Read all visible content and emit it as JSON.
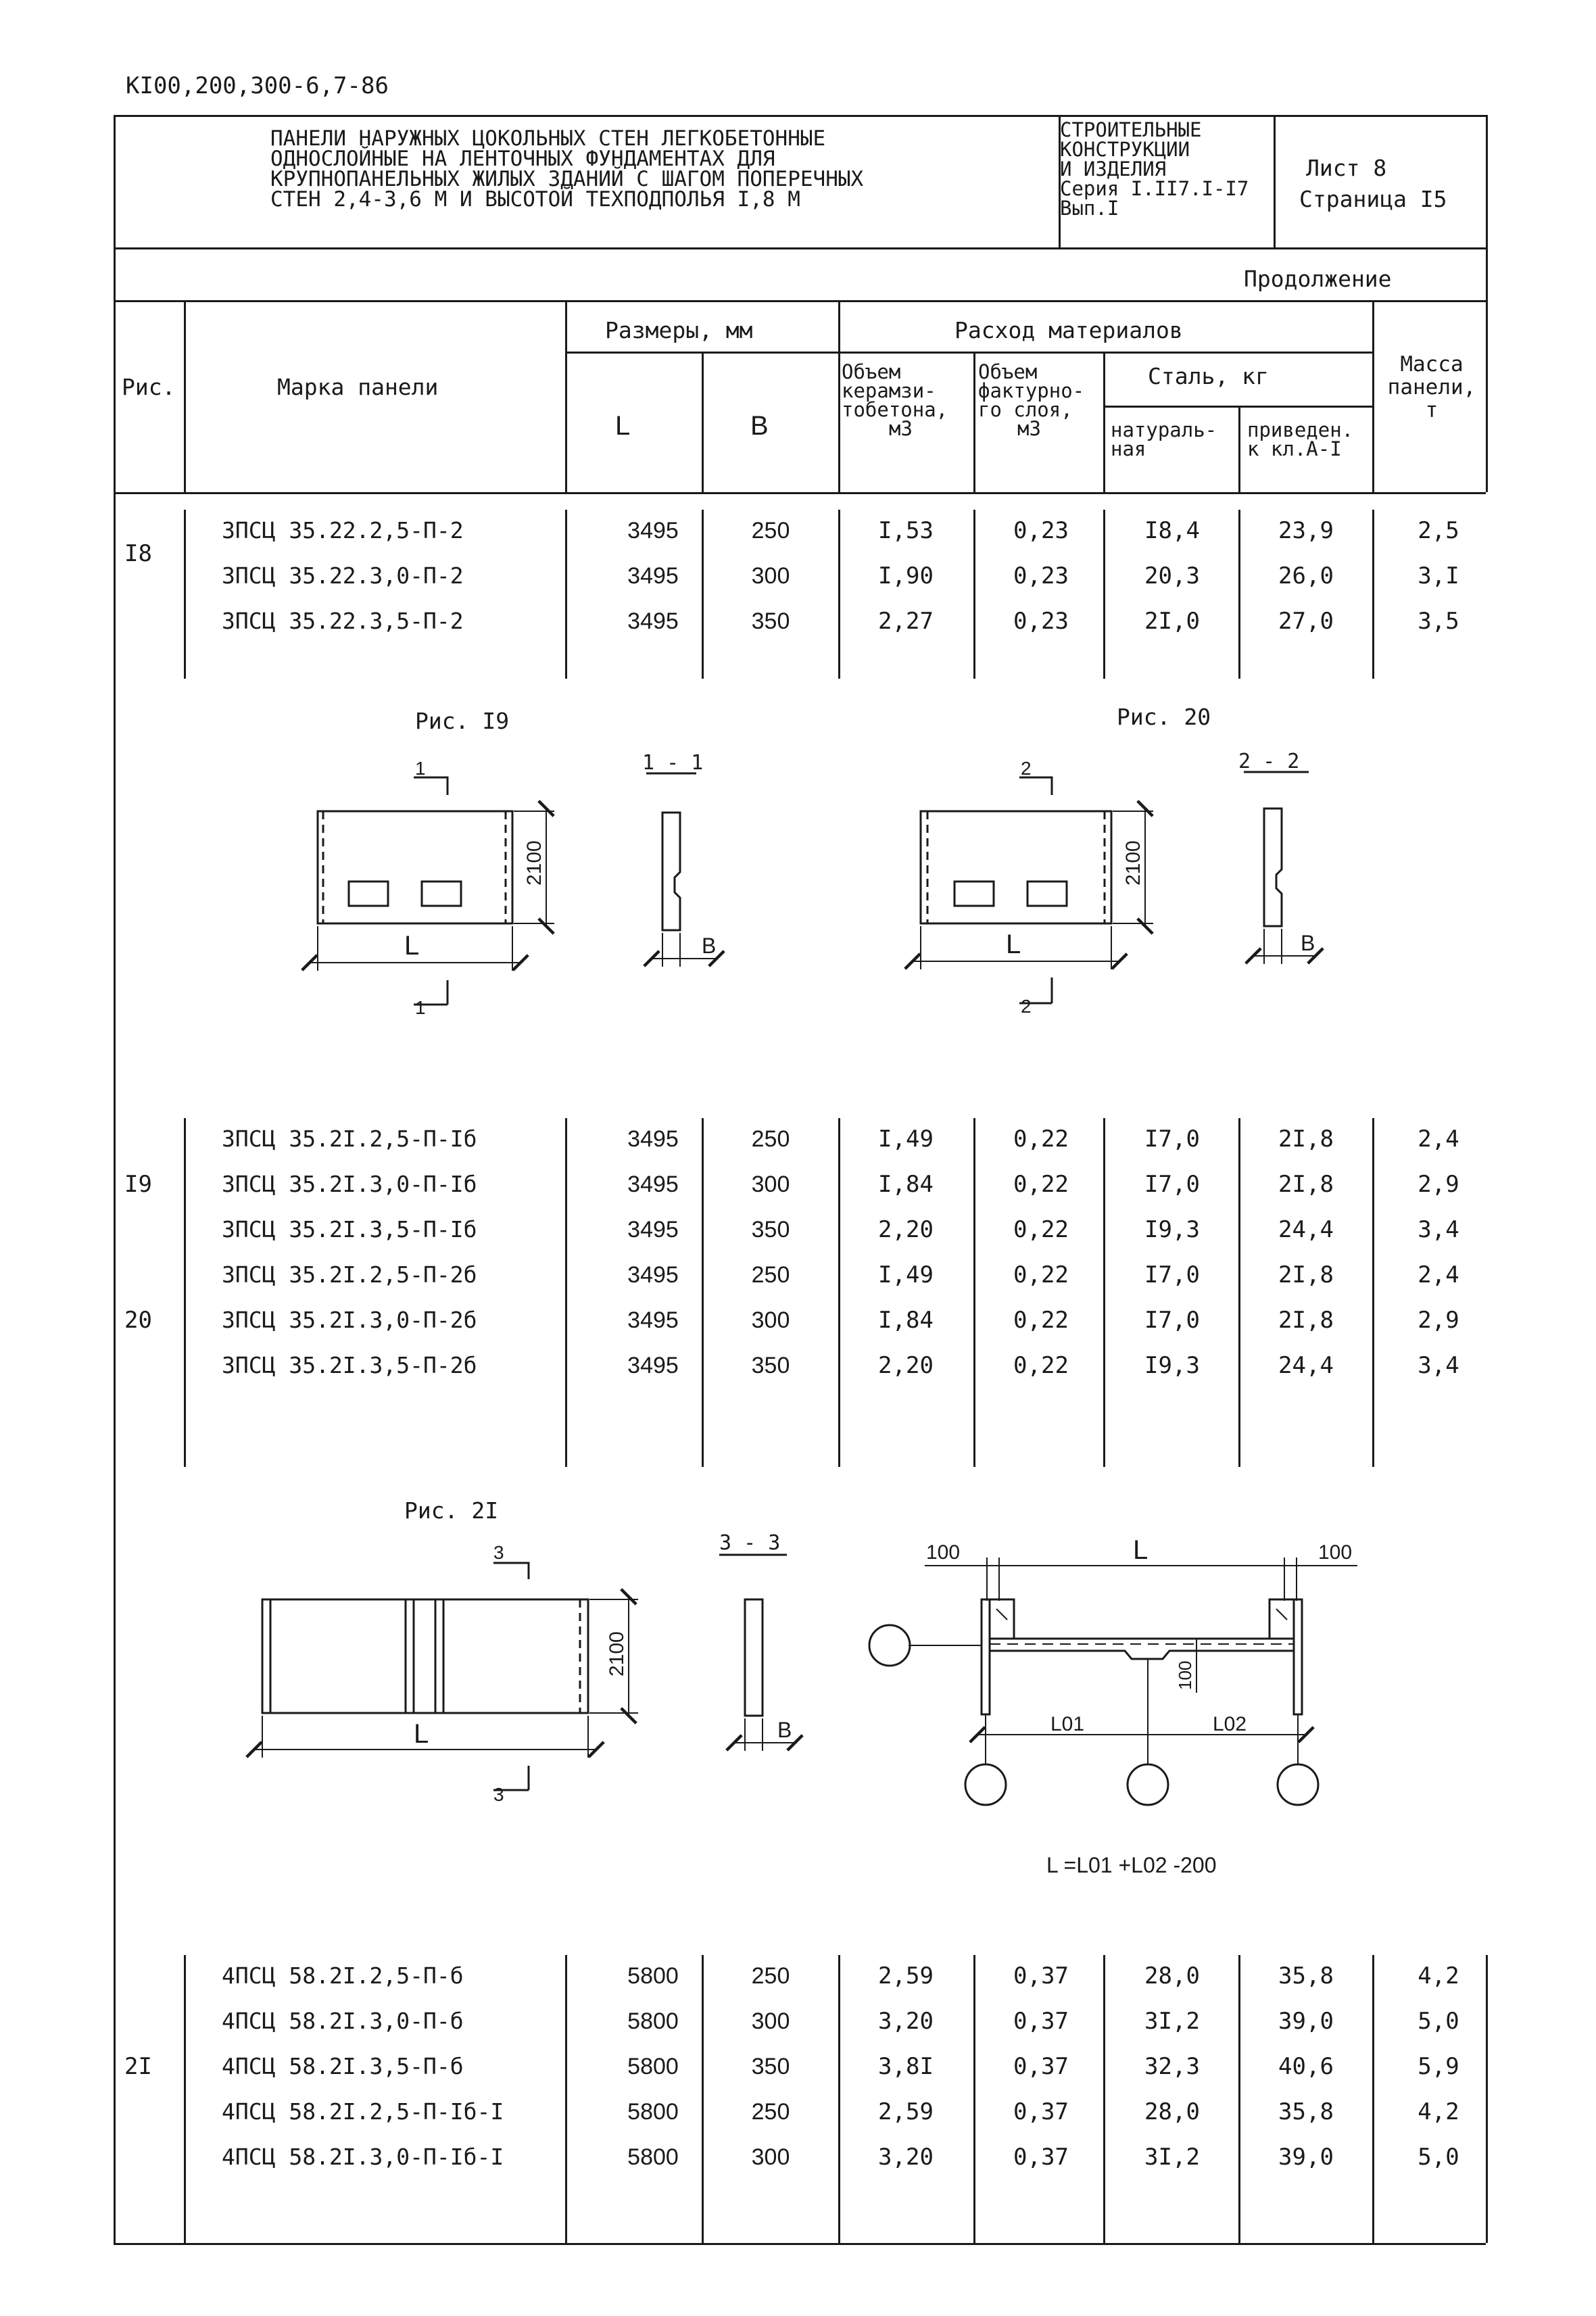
{
  "doc_code": "КI00,200,300-6,7-86",
  "title_lines": [
    "ПАНЕЛИ НАРУЖНЫХ ЦОКОЛЬНЫХ СТЕН ЛЕГКОБЕТОННЫЕ",
    "ОДНОСЛОЙНЫЕ НА ЛЕНТОЧНЫХ ФУНДАМЕНТАХ ДЛЯ",
    "КРУПНОПАНЕЛЬНЫХ ЖИЛЫХ ЗДАНИЙ С ШАГОМ ПОПЕРЕЧНЫХ",
    "СТЕН 2,4-3,6 М  И ВЫСОТОЙ ТЕХПОДПОЛЬЯ I,8 М"
  ],
  "series_lines": [
    "СТРОИТЕЛЬНЫЕ",
    "КОНСТРУКЦИИ",
    "И ИЗДЕЛИЯ",
    "Серия I.II7.I-I7",
    "Вып.I"
  ],
  "sheet": "Лист 8",
  "page": "Страница I5",
  "continuation": "Продолжение",
  "headers": {
    "fig": "Рис.",
    "mark": "Марка панели",
    "sizes": "Размеры, мм",
    "L": "L",
    "B": "B",
    "materials": "Расход материалов",
    "vol1": [
      "Объем",
      "керамзи-",
      "тобетона,",
      "м3"
    ],
    "vol2": [
      "Объем",
      "фактурно-",
      "го слоя,",
      "м3"
    ],
    "steel": "Сталь, кг",
    "natural": [
      "натураль-",
      "ная"
    ],
    "reduced": [
      "приведен.",
      "к кл.А-I"
    ],
    "mass": [
      "Масса",
      "панели,",
      "т"
    ]
  },
  "groups": [
    {
      "labels": [
        {
          "text": "I8",
          "row": 0.5
        }
      ],
      "rows": [
        [
          "3ПСЦ 35.22.2,5-П-2",
          "3495",
          "250",
          "I,53",
          "0,23",
          "I8,4",
          "23,9",
          "2,5"
        ],
        [
          "3ПСЦ 35.22.3,0-П-2",
          "3495",
          "300",
          "I,90",
          "0,23",
          "20,3",
          "26,0",
          "3,I"
        ],
        [
          "3ПСЦ 35.22.3,5-П-2",
          "3495",
          "350",
          "2,27",
          "0,23",
          "2I,0",
          "27,0",
          "3,5"
        ]
      ]
    },
    {
      "labels": [
        {
          "text": "I9",
          "row": 1
        },
        {
          "text": "20",
          "row": 4
        }
      ],
      "rows": [
        [
          "3ПСЦ 35.2I.2,5-П-Iб",
          "3495",
          "250",
          "I,49",
          "0,22",
          "I7,0",
          "2I,8",
          "2,4"
        ],
        [
          "3ПСЦ 35.2I.3,0-П-Iб",
          "3495",
          "300",
          "I,84",
          "0,22",
          "I7,0",
          "2I,8",
          "2,9"
        ],
        [
          "3ПСЦ 35.2I.3,5-П-Iб",
          "3495",
          "350",
          "2,20",
          "0,22",
          "I9,3",
          "24,4",
          "3,4"
        ],
        [
          "3ПСЦ 35.2I.2,5-П-2б",
          "3495",
          "250",
          "I,49",
          "0,22",
          "I7,0",
          "2I,8",
          "2,4"
        ],
        [
          "3ПСЦ 35.2I.3,0-П-2б",
          "3495",
          "300",
          "I,84",
          "0,22",
          "I7,0",
          "2I,8",
          "2,9"
        ],
        [
          "3ПСЦ 35.2I.3,5-П-2б",
          "3495",
          "350",
          "2,20",
          "0,22",
          "I9,3",
          "24,4",
          "3,4"
        ]
      ]
    },
    {
      "labels": [
        {
          "text": "2I",
          "row": 2
        }
      ],
      "rows": [
        [
          "4ПСЦ 58.2I.2,5-П-б",
          "5800",
          "250",
          "2,59",
          "0,37",
          "28,0",
          "35,8",
          "4,2"
        ],
        [
          "4ПСЦ 58.2I.3,0-П-б",
          "5800",
          "300",
          "3,20",
          "0,37",
          "3I,2",
          "39,0",
          "5,0"
        ],
        [
          "4ПСЦ 58.2I.3,5-П-б",
          "5800",
          "350",
          "3,8I",
          "0,37",
          "32,3",
          "40,6",
          "5,9"
        ],
        [
          "4ПСЦ 58.2I.2,5-П-Iб-I",
          "5800",
          "250",
          "2,59",
          "0,37",
          "28,0",
          "35,8",
          "4,2"
        ],
        [
          "4ПСЦ 58.2I.3,0-П-Iб-I",
          "5800",
          "300",
          "3,20",
          "0,37",
          "3I,2",
          "39,0",
          "5,0"
        ]
      ]
    }
  ],
  "drawings": {
    "fig19": {
      "caption": "Рис. I9",
      "section": "1 - 1",
      "cut": "1",
      "height": "2100",
      "L": "L",
      "B": "B"
    },
    "fig20": {
      "caption": "Рис. 20",
      "section": "2 - 2",
      "cut": "2",
      "height": "2100",
      "L": "L",
      "B": "B"
    },
    "fig21": {
      "caption": "Рис. 2I",
      "section": "3 - 3",
      "cut": "3",
      "height": "2100",
      "L": "L",
      "B": "B"
    },
    "plan": {
      "dim_left": "100",
      "dim_right": "100",
      "L": "L",
      "L01": "L01",
      "L02": "L02",
      "dim_mid": "100",
      "formula": "L =L01 +L02 -200"
    }
  }
}
